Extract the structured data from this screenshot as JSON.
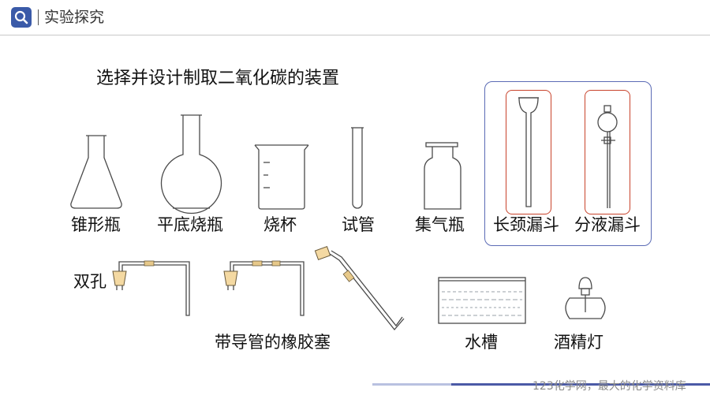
{
  "header": {
    "title": "实验探究",
    "icon": "search-icon",
    "accent_color": "#3a5aa8"
  },
  "main": {
    "title": "选择并设计制取二氧化碳的装置"
  },
  "apparatus": {
    "row1": [
      "锥形瓶",
      "平底烧瓶",
      "烧杯",
      "试管",
      "集气瓶",
      "长颈漏斗",
      "分液漏斗"
    ],
    "row2": {
      "double_hole": "双孔",
      "stopper_with_tube": "带导管的橡胶塞",
      "water_trough": "水槽",
      "alcohol_lamp": "酒精灯"
    }
  },
  "colors": {
    "highlight_box": "#5b6bb5",
    "funnel_frame": "#c8432b"
  },
  "footer": {
    "watermark": "123化学网，最大的化学资料库"
  }
}
